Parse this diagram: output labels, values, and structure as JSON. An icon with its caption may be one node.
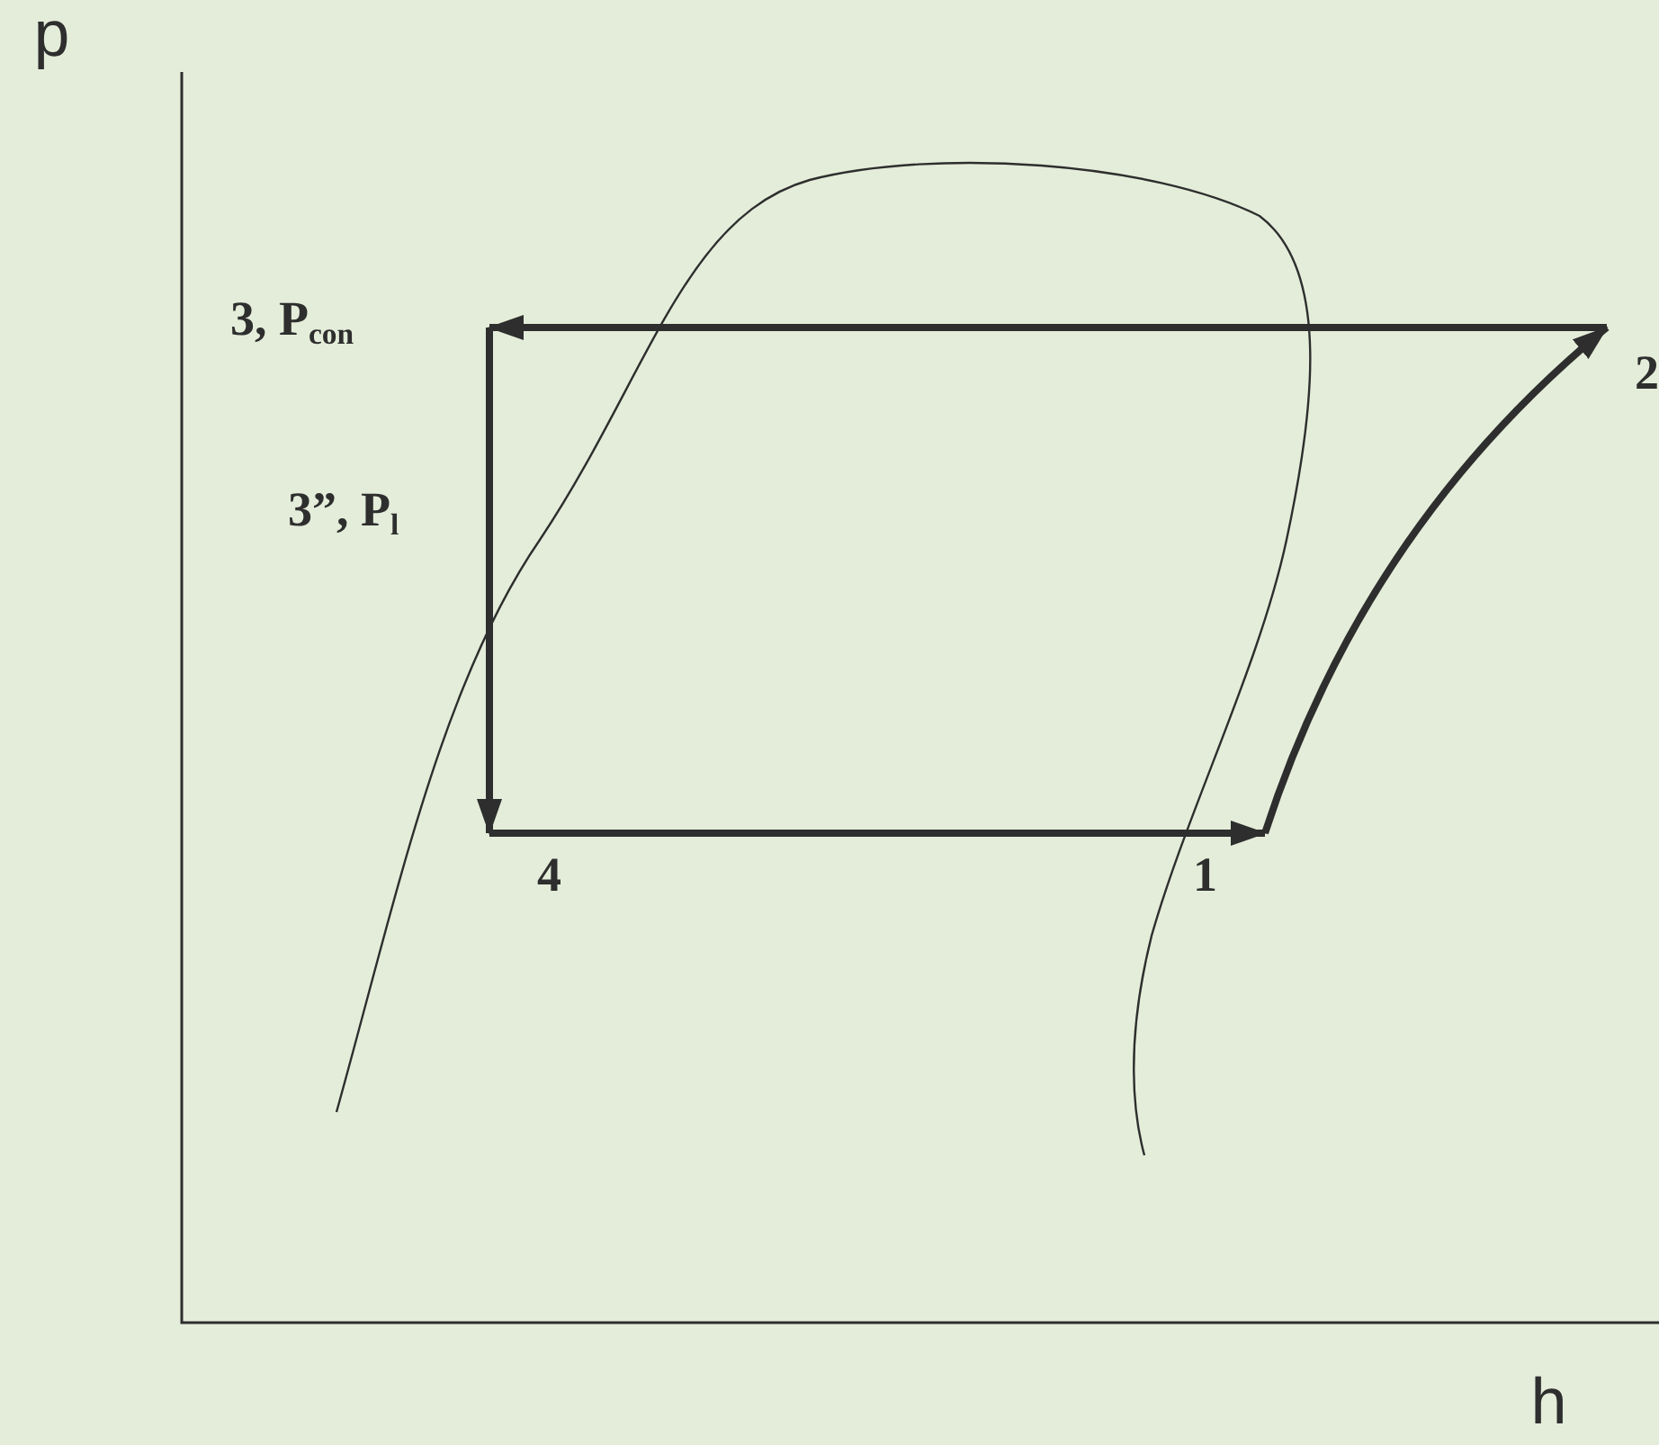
{
  "diagram": {
    "nodes": [
      {
        "text": [
          "3, P$_{con}$"
        ]
      },
      {
        "text": [
          "2"
        ]
      },
      {
        "text": [
          "4"
        ]
      },
      {
        "text": [
          "1"
        ]
      }
    ],
    "edges": [
      {
        "from": 3,
        "to": 1,
        "arrow": "to"
      },
      {
        "from": 1,
        "to": 0,
        "arrow": "to"
      },
      {
        "from": 0,
        "to": 2,
        "arrow": "to"
      },
      {
        "from": 2,
        "to": 3,
        "arrow": "to"
      }
    ],
    "labels": [
      "p",
      "3”, P$_{l}$",
      "h"
    ]
  }
}
